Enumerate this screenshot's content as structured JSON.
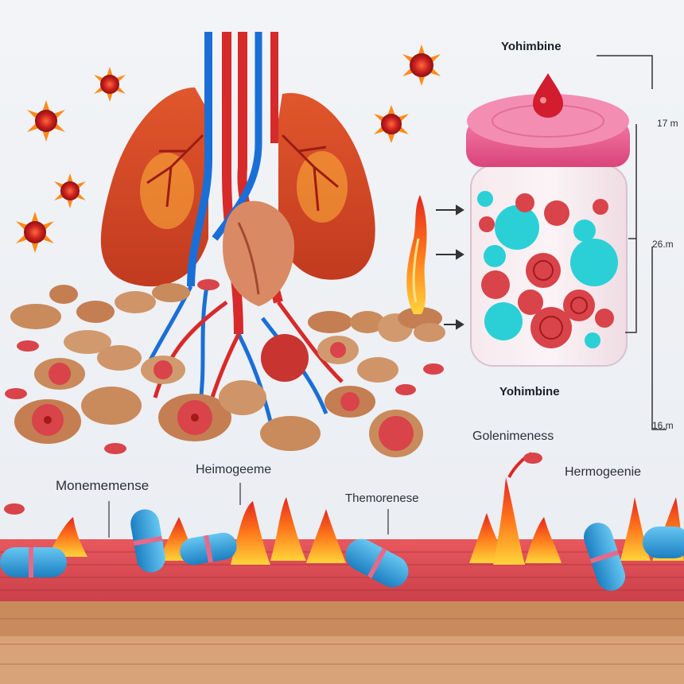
{
  "labels": {
    "title_top": "Yohimbine",
    "title_jar": "Yohimbine",
    "golenimeness": "Golenimeness",
    "heimogeeme": "Heimogeeme",
    "monememense": "Monememense",
    "hermogeenie": "Hermogeenie",
    "thermorenese": "Themorenese"
  },
  "measurements": {
    "m1": "17 m",
    "m2": "26.m",
    "m3": "16.m"
  },
  "colors": {
    "vein_blue": "#1a6fd6",
    "artery_red": "#d72a2a",
    "jar_cap_pink": "#e94f86",
    "pill_blue": "#2aa6e0",
    "tissue_red": "#d9434a",
    "flame_orange": "#ff8a1c"
  }
}
